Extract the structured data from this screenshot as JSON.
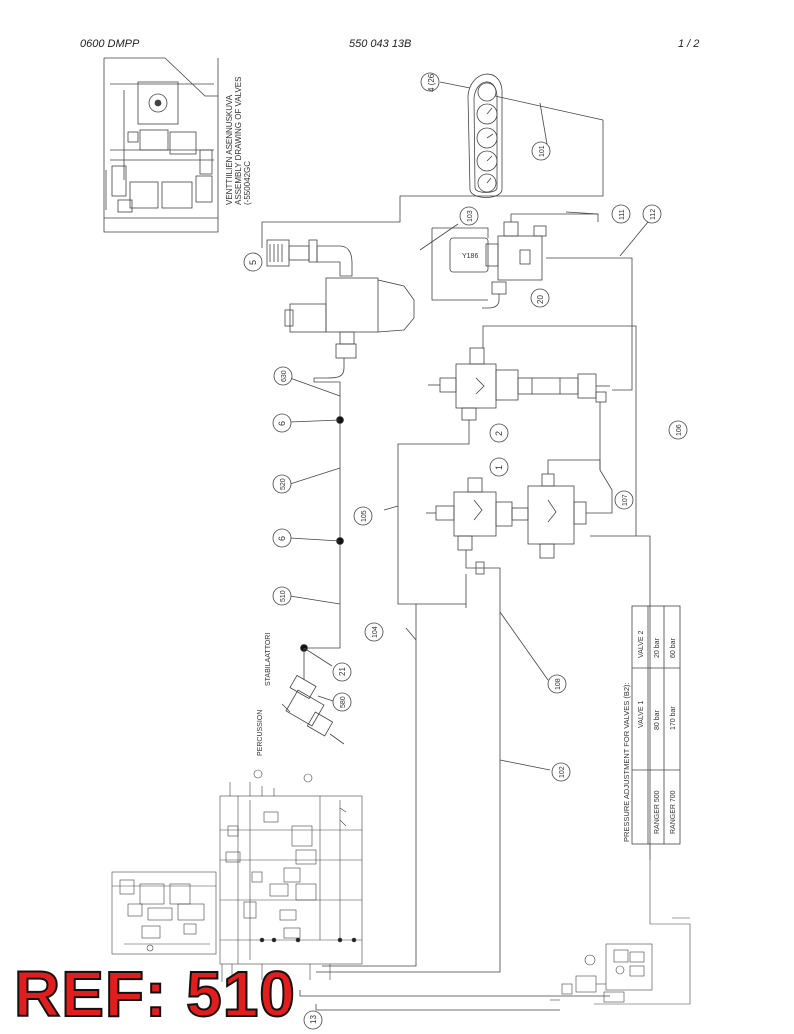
{
  "header": {
    "left": "0600 DMPP",
    "center": "550 043 13B",
    "right": "1 /   2"
  },
  "notes": {
    "assembly_fi": "VENTTIILIEN ASENNUSKUVA",
    "assembly_en": "ASSEMBLY DRAWING OF VALVES",
    "assembly_code": "(-550042GC",
    "stabilaattori": "STABILAATTORI",
    "percussion": "PERCUSSION",
    "y186": "Y186"
  },
  "callouts": [
    {
      "id": "c4-26",
      "label": "4 (26"
    },
    {
      "id": "c101",
      "label": "101"
    },
    {
      "id": "c103",
      "label": "103"
    },
    {
      "id": "c111",
      "label": "111"
    },
    {
      "id": "c112",
      "label": "112"
    },
    {
      "id": "c5",
      "label": "5"
    },
    {
      "id": "c20",
      "label": "20"
    },
    {
      "id": "c630",
      "label": "630"
    },
    {
      "id": "c6a",
      "label": "6"
    },
    {
      "id": "c2",
      "label": "2"
    },
    {
      "id": "c106",
      "label": "106"
    },
    {
      "id": "c520",
      "label": "520"
    },
    {
      "id": "c1",
      "label": "1"
    },
    {
      "id": "c105",
      "label": "105"
    },
    {
      "id": "c107",
      "label": "107"
    },
    {
      "id": "c6b",
      "label": "6"
    },
    {
      "id": "c510",
      "label": "510"
    },
    {
      "id": "c104",
      "label": "104"
    },
    {
      "id": "c21",
      "label": "21"
    },
    {
      "id": "c580",
      "label": "580"
    },
    {
      "id": "c108",
      "label": "108"
    },
    {
      "id": "c102",
      "label": "102"
    },
    {
      "id": "c13",
      "label": "13"
    }
  ],
  "pressure_table": {
    "title": "PRESSURE ADJUSTMENT FOR VALVES (B2):",
    "col1": "VALVE 1",
    "col2": "VALVE 2",
    "rows": [
      {
        "model": "RANGER 500",
        "v1": "80 bar",
        "v2": "20 bar"
      },
      {
        "model": "RANGER 700",
        "v1": "170 bar",
        "v2": "60 bar"
      }
    ]
  },
  "ref_badge": "REF: 510"
}
